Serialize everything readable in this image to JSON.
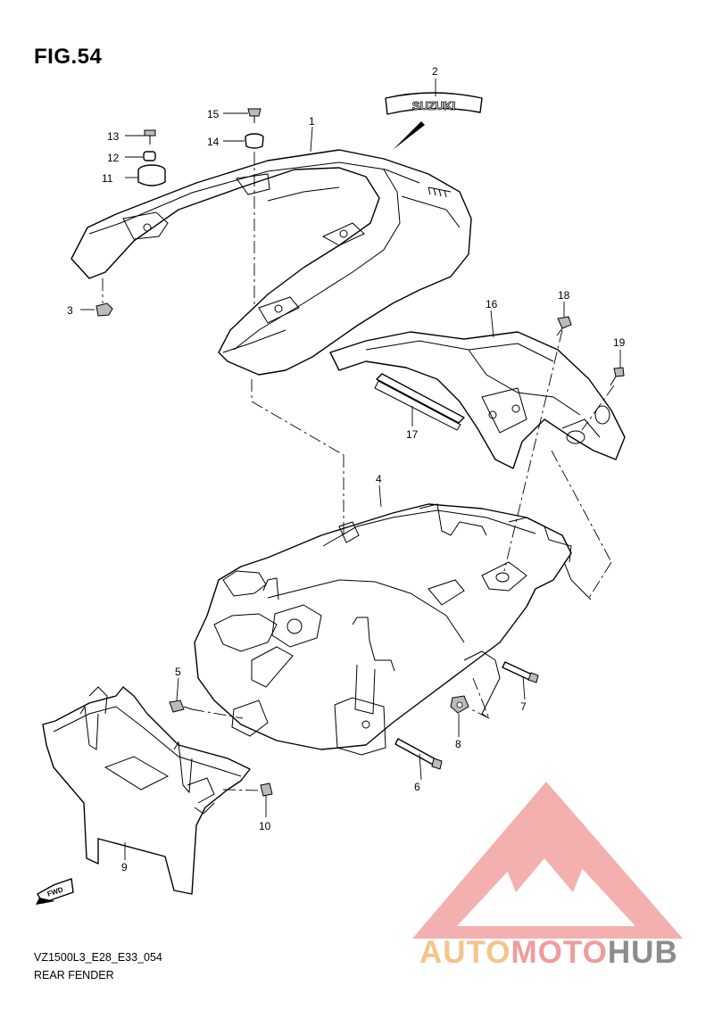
{
  "figure": {
    "title": "FIG.54",
    "code": "VZ1500L3_E28_E33_054",
    "name": "REAR FENDER"
  },
  "decal_text": "SUZUKI",
  "fwd_label": "FWD",
  "callouts": {
    "c1": "1",
    "c2": "2",
    "c3": "3",
    "c4": "4",
    "c5": "5",
    "c6": "6",
    "c7": "7",
    "c8": "8",
    "c9": "9",
    "c10": "10",
    "c11": "11",
    "c12": "12",
    "c13": "13",
    "c14": "14",
    "c15": "15",
    "c16": "16",
    "c17": "17",
    "c18": "18",
    "c19": "19"
  },
  "watermark": {
    "part1": "AUTO",
    "part2": "MOTO",
    "part3": "HUB",
    "colors": {
      "logo": "#f3a7a7",
      "auto": "#f7c38b",
      "moto": "#f19b9b",
      "hub": "#8c8c8c"
    }
  }
}
